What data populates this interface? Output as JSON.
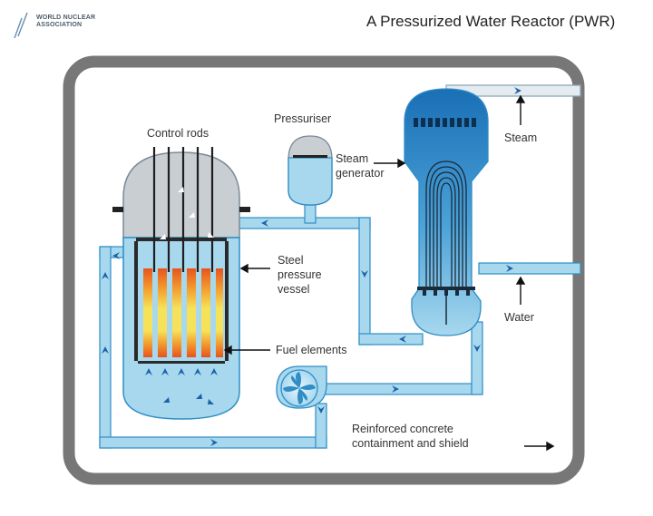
{
  "header": {
    "logo_line1": "WORLD NUCLEAR",
    "logo_line2": "ASSOCIATION",
    "title": "A Pressurized Water Reactor (PWR)"
  },
  "labels": {
    "control_rods": "Control rods",
    "pressuriser": "Pressuriser",
    "steam_generator_1": "Steam",
    "steam_generator_2": "generator",
    "steam": "Steam",
    "water": "Water",
    "pressure_vessel_1": "Steel",
    "pressure_vessel_2": "pressure",
    "pressure_vessel_3": "vessel",
    "fuel_elements": "Fuel elements",
    "containment_1": "Reinforced concrete",
    "containment_2": "containment and shield"
  },
  "colors": {
    "water": "#a7d8ee",
    "water_dark": "#2f8ec6",
    "flow_arrow": "#1b62a8",
    "containment": "#777777",
    "vessel_top": "#c9ced3",
    "fuel_hot": "#e6541e",
    "fuel_core": "#f6e25a"
  }
}
